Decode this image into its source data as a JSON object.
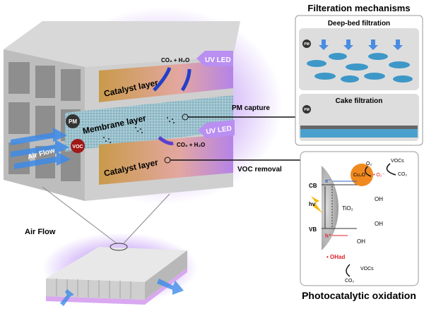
{
  "main_block": {
    "catalyst_top": "Catalyst layer",
    "membrane": "Membrane layer",
    "catalyst_bottom": "Catalyst layer",
    "uv_led_top": "UV LED",
    "uv_led_mid": "UV LED",
    "products_top": "CO₂ + H₂O",
    "products_mid": "CO₂ + H₂O",
    "air_flow": "Air Flow",
    "pm_badge": "PM",
    "voc_badge": "VOC"
  },
  "callouts": {
    "pm_capture": "PM capture",
    "voc_removal": "VOC removal"
  },
  "honeycomb": {
    "air_flow": "Air Flow"
  },
  "filtration": {
    "title": "Filteration mechanisms",
    "deep_bed": "Deep-bed filtration",
    "cake": "Cake filtration",
    "pm_badge": "PM"
  },
  "photocatalysis": {
    "title": "Photocatalytic oxidation",
    "cu2o": "Cu₂O",
    "tio2": "TiO₂",
    "cb": "CB",
    "vb": "VB",
    "hv": "hv",
    "electron": "e⁻",
    "hole": "h⁺",
    "o2": "O₂",
    "o2_radical": "• O₂⁻",
    "vocs_top": "VOCs",
    "co2_top": "CO₂",
    "oh1": "OH",
    "oh2": "OH",
    "oh3": "OH",
    "ohad": "• OHad",
    "vocs_bottom": "VOCs",
    "co2_bottom": "CO₂"
  },
  "colors": {
    "uv_glow": "#9b5cf0",
    "catalyst": "#d9a85a",
    "membrane": "#8fb8c8",
    "frame": "#c8c8c8",
    "airflow": "#3d8be8",
    "cu2o": "#f08a20",
    "radical": "#e0202a"
  }
}
